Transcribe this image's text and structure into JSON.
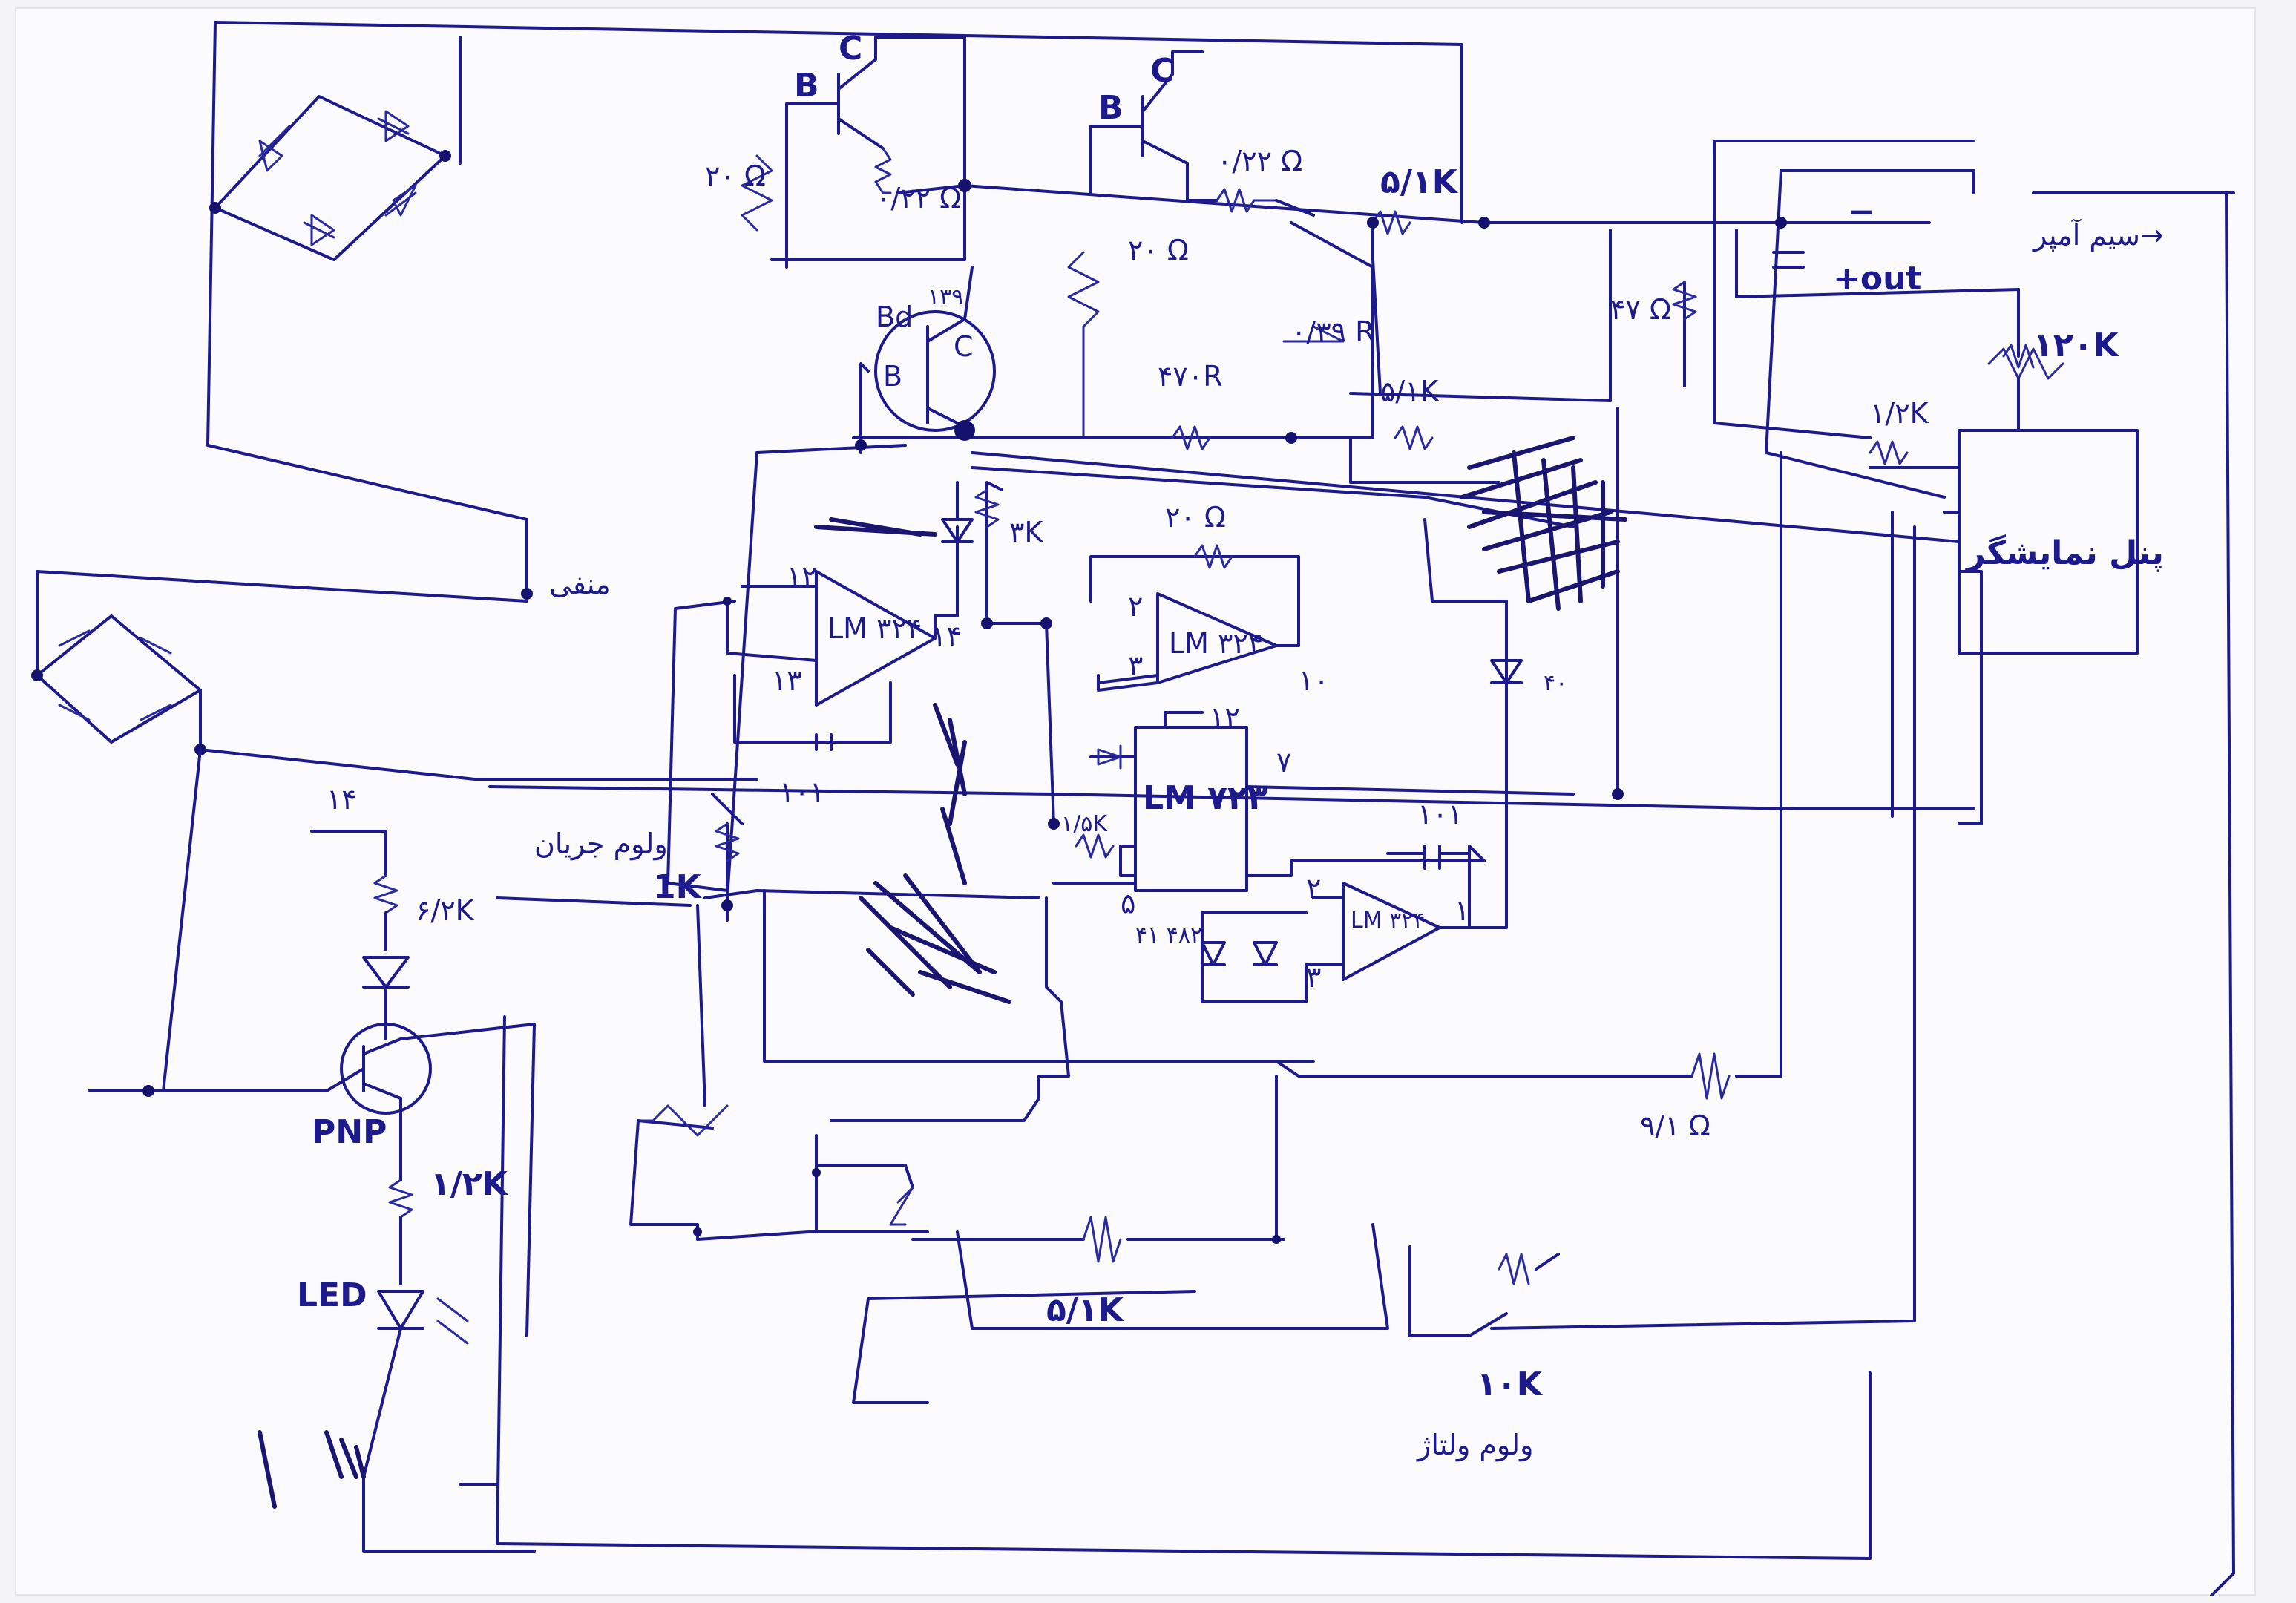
{
  "labels": {
    "neg_terminal": "منفی",
    "out_minus": "−",
    "out_plus": "+out",
    "ammeter_wire": "سیم آمپر→",
    "display_box": "پنل نمایشگر",
    "current_pot_caption": "ولوم جریان",
    "current_pot_value": "1K",
    "voltage_pot_caption": "ولوم ولتاژ",
    "voltage_pot_value": "۱۰K",
    "r_top_left": "۲۰ Ω",
    "r_emitter_1": "۰/۲۲ Ω",
    "r_emitter_2": "۰/۲۲ Ω",
    "r_20_mid": "۲۰ Ω",
    "r_5k1_top": "۵/۱K",
    "r_470": "۴۷۰R",
    "r_039": "۰/۳۹ R",
    "r_5k1_mid": "۵/۱K",
    "r_47": "۴۷ Ω",
    "r_120k": "۱۲۰K",
    "r_1k2_right": "۱/۲K",
    "r_3k": "۳K",
    "r_20_opamp": "۲۰ Ω",
    "r_1k5": "۱/۵K",
    "r_5k1_bottom": "۵/۱K",
    "r_9k1": "۹/۱ Ω",
    "r_6k2": "۶/۲K",
    "r_1k2_led": "۱/۲K",
    "c_101_a": "۱۰۱",
    "c_101_b": "۱۰۱",
    "zener": "۴۱ ۴۸۲",
    "pin_14": "۱۴",
    "pin_14_b": "۱۴",
    "pin_12": "۱۲",
    "pin_13": "۱۳",
    "pin_12b": "۱۲",
    "pin_2": "۲",
    "pin_3": "۳",
    "pin_10": "۱۰",
    "pin_7": "۷",
    "pin_5": "۵",
    "pin_2b": "۲",
    "pin_1": "۱",
    "pin_3b": "۳",
    "ic_324_a": "LM ۳۲۴",
    "ic_324_b": "LM ۳۲۴",
    "ic_324_c": "LM ۳۲۴",
    "ic_723": "LM ۷۲۳",
    "t1_b": "B",
    "t1_c": "C",
    "t2_b": "B",
    "t2_c": "C",
    "t3_bd": "Bd",
    "t3_num": "۱۳۹",
    "t3_b": "B",
    "t3_c": "C",
    "pnp": "PNP",
    "led": "LED",
    "diode_label": "۴۰"
  },
  "colors": {
    "ink": "#1c1a8c",
    "paper": "#fbfbfd"
  }
}
